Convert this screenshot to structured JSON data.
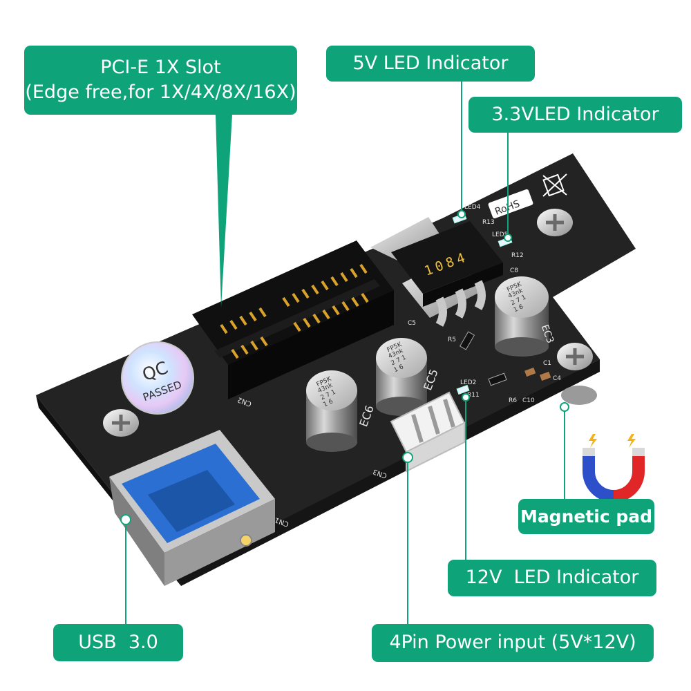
{
  "callouts": {
    "pcie": {
      "line1": "PCI-E 1X Slot",
      "line2": "(Edge free,for 1X/4X/8X/16X)"
    },
    "led_5v": "5V LED Indicator",
    "led_33v": "3.3VLED Indicator",
    "magnetic_pad": "Magnetic pad",
    "led_12v": "12V  LED Indicator",
    "usb": "USB  3.0",
    "power_input": "4Pin Power input (5V*12V)"
  },
  "board_markings": {
    "chip": "1084",
    "qc_top": "QC",
    "qc_bottom": "PASSED",
    "rohs": "RoHS",
    "led4": "LED4",
    "led5": "LED5",
    "led2": "LED2",
    "r13": "R13",
    "r12": "R12",
    "r11": "R11",
    "r5": "R5",
    "r6": "R6",
    "c1": "C1",
    "c4": "C4",
    "c5": "C5",
    "c8": "C8",
    "c10": "C10",
    "ec3": "EC3",
    "ec5": "EC5",
    "ec6": "EC6",
    "cn1": "CN1",
    "cn2": "CN2",
    "cn3": "CN3",
    "cap_line1": "FP5K",
    "cap_line2": "43nk",
    "cap_line3": "2 7 1",
    "cap_line4": "1 6"
  },
  "colors": {
    "accent": "#0fa37a",
    "board": "#1f1f1f",
    "usb_blue": "#2a6fd1",
    "gold": "#d9a22b",
    "magnet_red": "#e02626",
    "magnet_blue": "#2d4fc9"
  },
  "icons": [
    "screw-icon",
    "magnet-icon",
    "weee-bin-icon",
    "lightning-icon"
  ]
}
